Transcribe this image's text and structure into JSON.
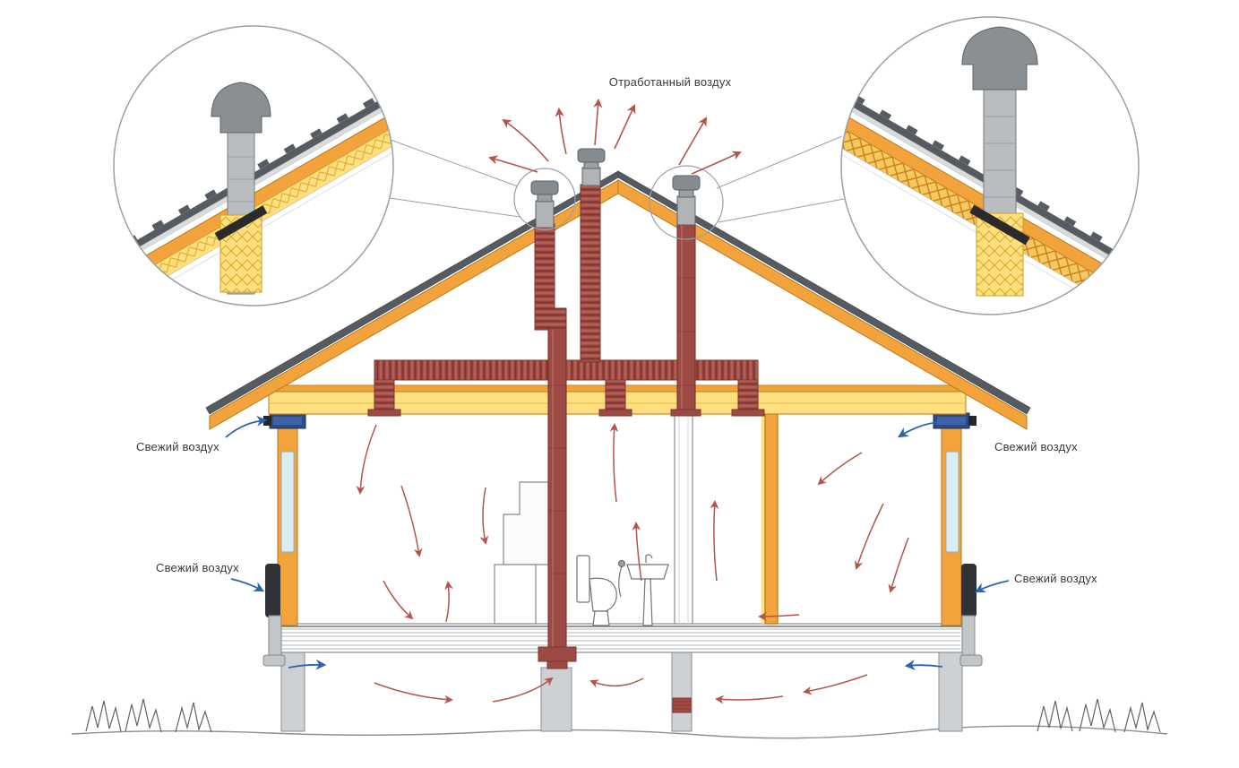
{
  "labels": {
    "exhaust_air": "Отработанный воздух",
    "fresh_air": "Свежий воздух"
  },
  "fresh_air_label_positions": [
    "top-left",
    "bottom-left",
    "top-right",
    "bottom-right"
  ],
  "colors": {
    "exhaust_arrow": "#b5544c",
    "fresh_air_arrow": "#2e64ae",
    "duct_smooth": "#9e4a44",
    "duct_corrugated": "#a85048",
    "wood_frame": "#f2a33c",
    "insulation": "#ffdf7e",
    "metal_gray": "#9aa0a4",
    "wall_vent_navy": "#2b4c87",
    "roof_sheet": "#555b60"
  }
}
